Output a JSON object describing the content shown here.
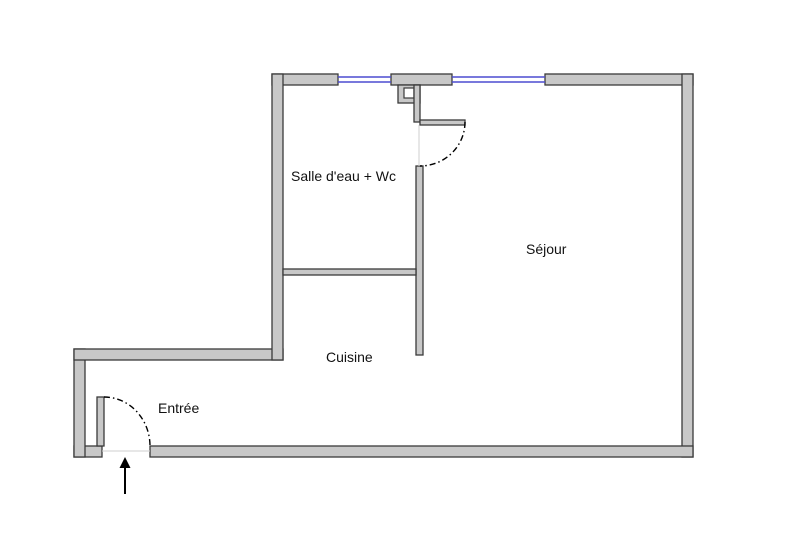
{
  "floor_plan": {
    "rooms": {
      "salle_d_eau": "Salle d'eau + Wc",
      "sejour": "Séjour",
      "cuisine": "Cuisine",
      "entree": "Entrée"
    }
  },
  "colors": {
    "wall_fill": "#c8c8c8",
    "wall_stroke": "#3a3a3a",
    "window": "#4b4bd0",
    "background": "#ffffff"
  },
  "icons": {
    "entry_marker": "arrow-up-icon"
  }
}
